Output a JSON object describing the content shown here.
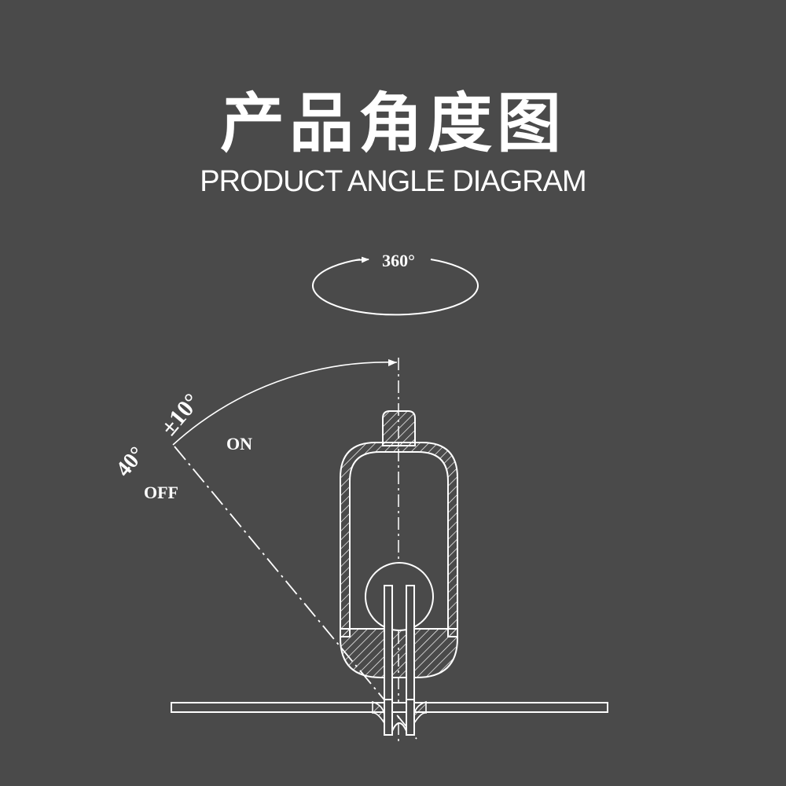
{
  "title_cn": "产品角度图",
  "title_en": "PRODUCT ANGLE DIAGRAM",
  "rotation_label": "360°",
  "tilt_angle_label": "±10°",
  "off_angle_label": "40°",
  "on_label": "ON",
  "off_label": "OFF",
  "colors": {
    "background": "#4a4a4a",
    "line": "#ffffff"
  }
}
